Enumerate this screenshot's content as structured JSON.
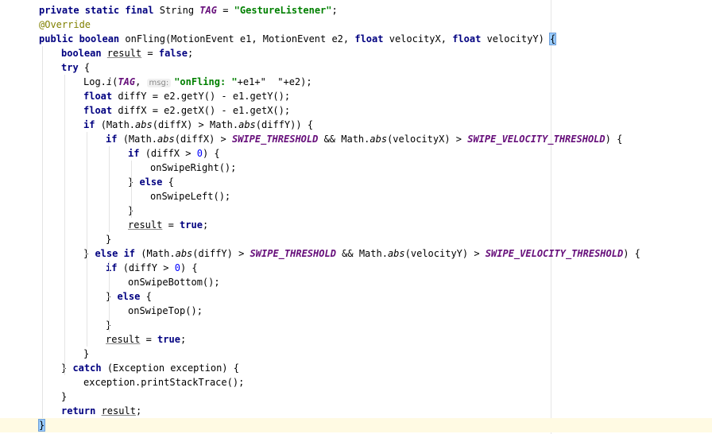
{
  "editor": {
    "lines": [
      {
        "indent": 0,
        "tokens": [
          {
            "t": "private static final ",
            "c": "kw"
          },
          {
            "t": "String "
          },
          {
            "t": "TAG",
            "c": "fld"
          },
          {
            "t": " = "
          },
          {
            "t": "\"GestureListener\"",
            "c": "str"
          },
          {
            "t": ";"
          }
        ]
      },
      {
        "indent": 0,
        "tokens": [
          {
            "t": "@Override",
            "c": "ann"
          }
        ]
      },
      {
        "indent": 0,
        "tokens": [
          {
            "t": "public boolean ",
            "c": "kw"
          },
          {
            "t": "onFling(MotionEvent e1, MotionEvent e2, "
          },
          {
            "t": "float ",
            "c": "kw"
          },
          {
            "t": "velocityX, "
          },
          {
            "t": "float ",
            "c": "kw"
          },
          {
            "t": "velocityY) "
          },
          {
            "t": "{",
            "c": "brace-hl"
          }
        ]
      },
      {
        "indent": 1,
        "tokens": [
          {
            "t": "boolean ",
            "c": "kw"
          },
          {
            "t": "result",
            "c": "ul"
          },
          {
            "t": " = "
          },
          {
            "t": "false",
            "c": "kw"
          },
          {
            "t": ";"
          }
        ]
      },
      {
        "indent": 1,
        "tokens": [
          {
            "t": "try ",
            "c": "kw"
          },
          {
            "t": "{"
          }
        ]
      },
      {
        "indent": 2,
        "tokens": [
          {
            "t": "Log."
          },
          {
            "t": "i",
            "c": "sm"
          },
          {
            "t": "("
          },
          {
            "t": "TAG",
            "c": "fld"
          },
          {
            "t": ", "
          },
          {
            "t": "msg:",
            "c": "hint"
          },
          {
            "t": "\"onFling: \"",
            "c": "str"
          },
          {
            "t": "+e1+\"  \"+e2);"
          }
        ]
      },
      {
        "indent": 2,
        "tokens": [
          {
            "t": "float ",
            "c": "kw"
          },
          {
            "t": "diffY = e2.getY() - e1.getY();"
          }
        ]
      },
      {
        "indent": 2,
        "tokens": [
          {
            "t": "float ",
            "c": "kw"
          },
          {
            "t": "diffX = e2.getX() - e1.getX();"
          }
        ]
      },
      {
        "indent": 2,
        "tokens": [
          {
            "t": "if ",
            "c": "kw"
          },
          {
            "t": "(Math."
          },
          {
            "t": "abs",
            "c": "sm"
          },
          {
            "t": "(diffX) > Math."
          },
          {
            "t": "abs",
            "c": "sm"
          },
          {
            "t": "(diffY)) {"
          }
        ]
      },
      {
        "indent": 3,
        "tokens": [
          {
            "t": "if ",
            "c": "kw"
          },
          {
            "t": "(Math."
          },
          {
            "t": "abs",
            "c": "sm"
          },
          {
            "t": "(diffX) > "
          },
          {
            "t": "SWIPE_THRESHOLD",
            "c": "fld"
          },
          {
            "t": " && Math."
          },
          {
            "t": "abs",
            "c": "sm"
          },
          {
            "t": "(velocityX) > "
          },
          {
            "t": "SWIPE_VELOCITY_THRESHOLD",
            "c": "fld"
          },
          {
            "t": ") {"
          }
        ]
      },
      {
        "indent": 4,
        "tokens": [
          {
            "t": "if ",
            "c": "kw"
          },
          {
            "t": "(diffX > "
          },
          {
            "t": "0",
            "c": "num"
          },
          {
            "t": ") {"
          }
        ]
      },
      {
        "indent": 5,
        "tokens": [
          {
            "t": "onSwipeRight();"
          }
        ]
      },
      {
        "indent": 4,
        "tokens": [
          {
            "t": "} "
          },
          {
            "t": "else ",
            "c": "kw"
          },
          {
            "t": "{"
          }
        ]
      },
      {
        "indent": 5,
        "tokens": [
          {
            "t": "onSwipeLeft();"
          }
        ]
      },
      {
        "indent": 4,
        "tokens": [
          {
            "t": "}"
          }
        ]
      },
      {
        "indent": 4,
        "tokens": [
          {
            "t": "result",
            "c": "ul"
          },
          {
            "t": " = "
          },
          {
            "t": "true",
            "c": "kw"
          },
          {
            "t": ";"
          }
        ]
      },
      {
        "indent": 3,
        "tokens": [
          {
            "t": "}"
          }
        ]
      },
      {
        "indent": 2,
        "tokens": [
          {
            "t": "} "
          },
          {
            "t": "else if ",
            "c": "kw"
          },
          {
            "t": "(Math."
          },
          {
            "t": "abs",
            "c": "sm"
          },
          {
            "t": "(diffY) > "
          },
          {
            "t": "SWIPE_THRESHOLD",
            "c": "fld"
          },
          {
            "t": " && Math."
          },
          {
            "t": "abs",
            "c": "sm"
          },
          {
            "t": "(velocityY) > "
          },
          {
            "t": "SWIPE_VELOCITY_THRESHOLD",
            "c": "fld"
          },
          {
            "t": ") {"
          }
        ]
      },
      {
        "indent": 3,
        "tokens": [
          {
            "t": "if ",
            "c": "kw"
          },
          {
            "t": "(diffY > "
          },
          {
            "t": "0",
            "c": "num"
          },
          {
            "t": ") {"
          }
        ]
      },
      {
        "indent": 4,
        "tokens": [
          {
            "t": "onSwipeBottom();"
          }
        ]
      },
      {
        "indent": 3,
        "tokens": [
          {
            "t": "} "
          },
          {
            "t": "else ",
            "c": "kw"
          },
          {
            "t": "{"
          }
        ]
      },
      {
        "indent": 4,
        "tokens": [
          {
            "t": "onSwipeTop();"
          }
        ]
      },
      {
        "indent": 3,
        "tokens": [
          {
            "t": "}"
          }
        ]
      },
      {
        "indent": 3,
        "tokens": [
          {
            "t": "result",
            "c": "ul"
          },
          {
            "t": " = "
          },
          {
            "t": "true",
            "c": "kw"
          },
          {
            "t": ";"
          }
        ]
      },
      {
        "indent": 2,
        "tokens": [
          {
            "t": "}"
          }
        ]
      },
      {
        "indent": 1,
        "tokens": [
          {
            "t": "} "
          },
          {
            "t": "catch ",
            "c": "kw"
          },
          {
            "t": "(Exception exception) {"
          }
        ]
      },
      {
        "indent": 2,
        "tokens": [
          {
            "t": "exception.printStackTrace();"
          }
        ]
      },
      {
        "indent": 1,
        "tokens": [
          {
            "t": "}"
          }
        ]
      },
      {
        "indent": 1,
        "tokens": [
          {
            "t": "return ",
            "c": "kw"
          },
          {
            "t": "result",
            "c": "ul"
          },
          {
            "t": ";"
          }
        ]
      },
      {
        "indent": 0,
        "current": true,
        "tokens": [
          {
            "t": "}",
            "c": "brace-hl"
          }
        ]
      }
    ]
  }
}
